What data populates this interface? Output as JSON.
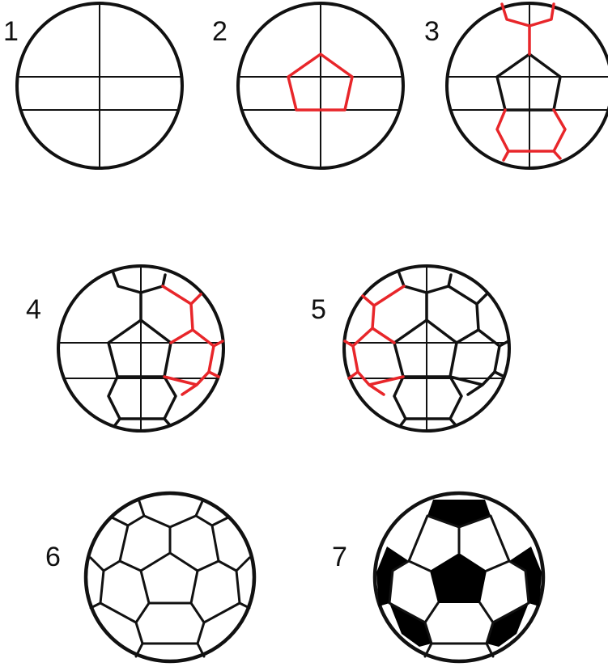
{
  "steps": [
    {
      "number": "1"
    },
    {
      "number": "2"
    },
    {
      "number": "3"
    },
    {
      "number": "4"
    },
    {
      "number": "5"
    },
    {
      "number": "6"
    },
    {
      "number": "7"
    }
  ],
  "colors": {
    "line": "#111111",
    "highlight": "#e8262a",
    "fill_dark": "#000000",
    "background": "#ffffff"
  }
}
